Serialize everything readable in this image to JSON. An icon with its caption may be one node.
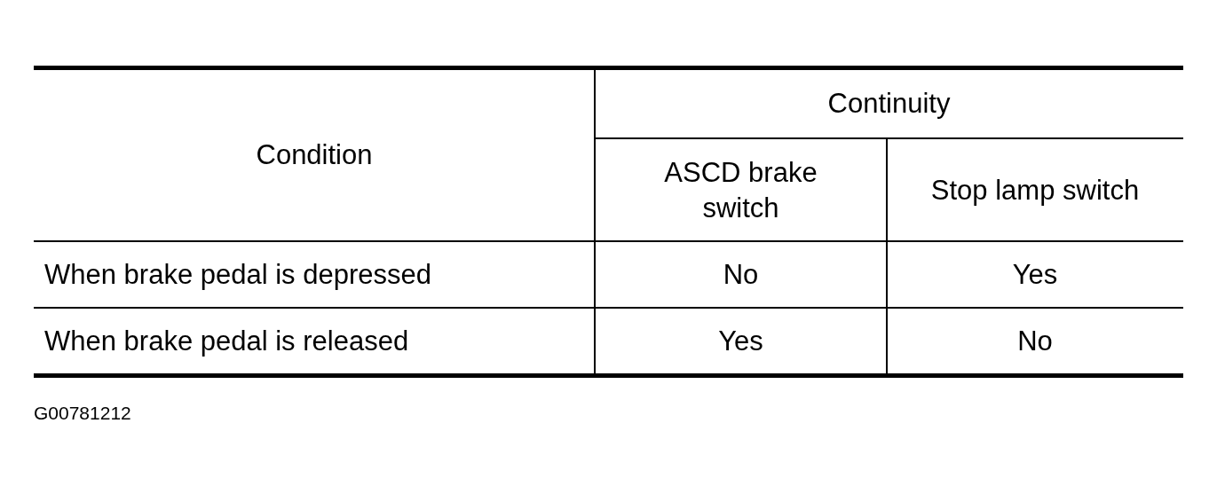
{
  "diagram": {
    "labels": [
      "Condition",
      "Continuity",
      "ASCD brake switch",
      "Stop lamp switch",
      "When brake pedal is depressed",
      "No",
      "Yes",
      "When brake pedal is released",
      "Yes",
      "No",
      "G00781212"
    ]
  }
}
